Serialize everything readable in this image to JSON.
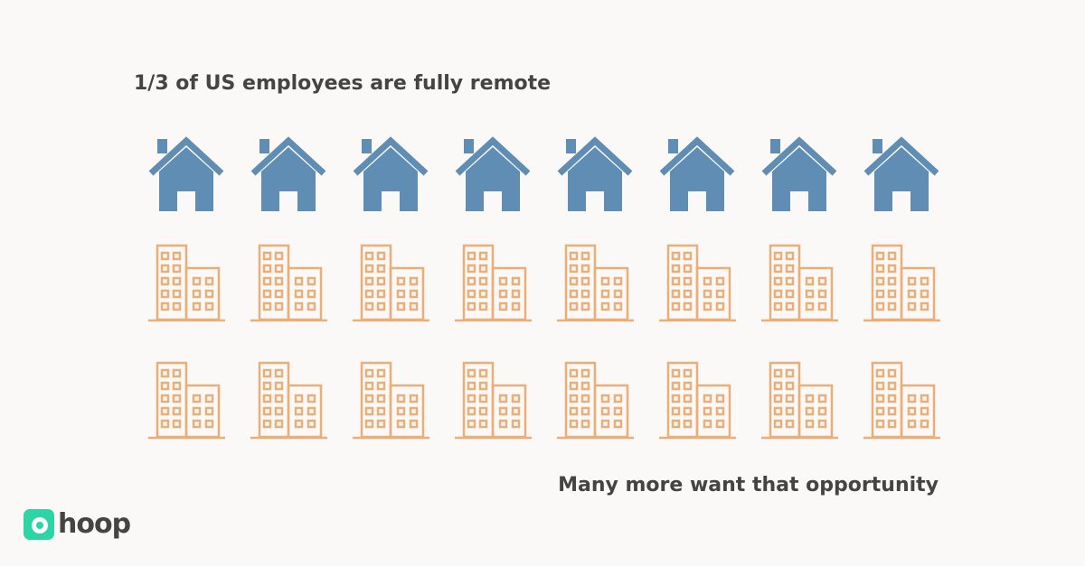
{
  "title": "1/3 of US employees are fully remote",
  "caption": "Many more want that opportunity",
  "logo": {
    "text": "hoop",
    "color": "#2dd4a4"
  },
  "rows": [
    {
      "icon": "house-icon",
      "count": 8,
      "color": "#5f8db4"
    },
    {
      "icon": "office-building-icon",
      "count": 8,
      "color": "#eaae78"
    },
    {
      "icon": "office-building-icon",
      "count": 8,
      "color": "#eaae78"
    }
  ]
}
